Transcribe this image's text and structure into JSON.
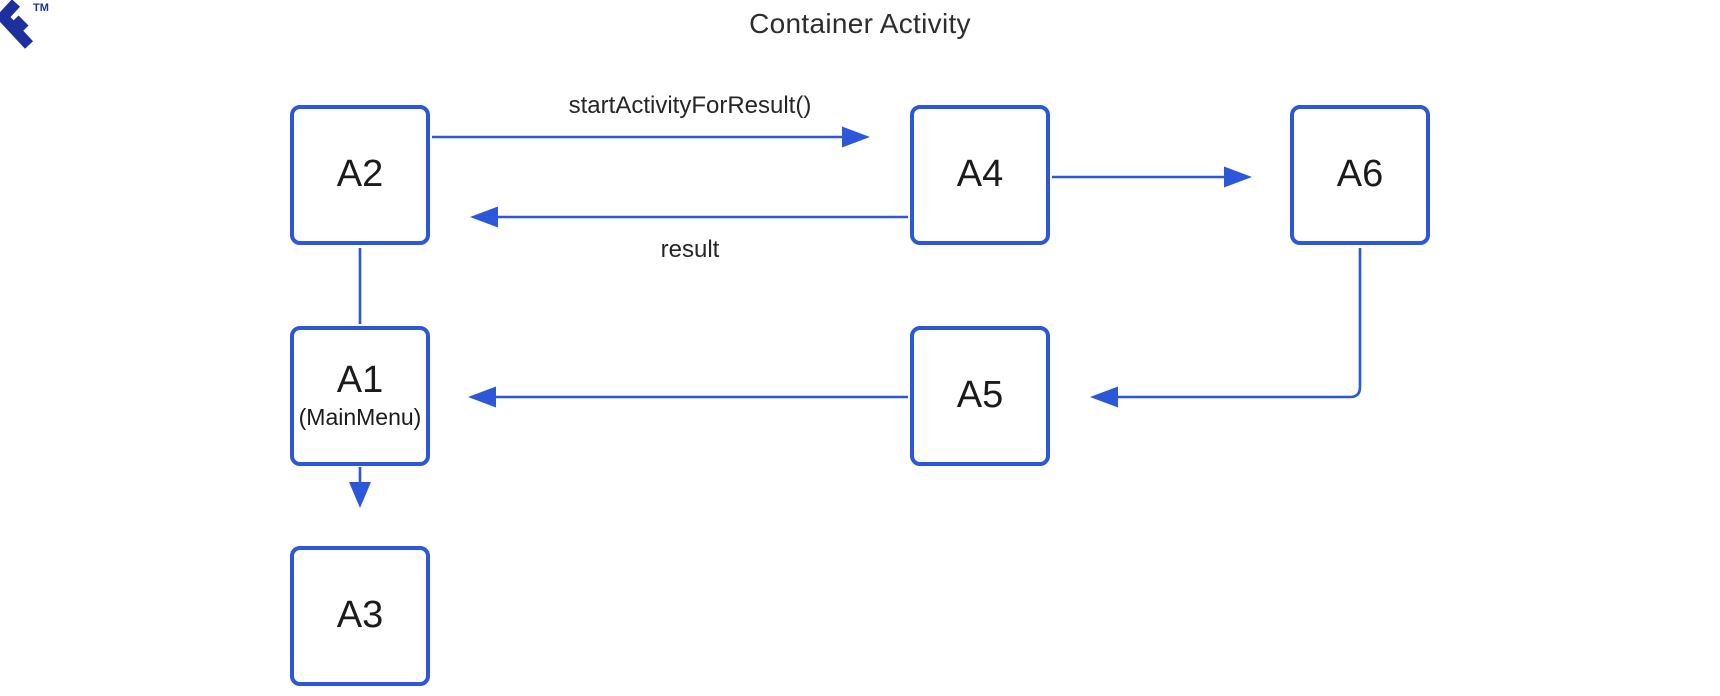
{
  "page": {
    "title": "Container Activity"
  },
  "logo": {
    "trademark": "TM"
  },
  "colors": {
    "accent_blue": "#2b57d8",
    "logo_navy": "#1e2f9e",
    "title_text": "#2d2d2d",
    "label_text": "#1b1b1d"
  },
  "diagram": {
    "nodes": [
      {
        "id": "A2",
        "label": "A2",
        "sublabel": ""
      },
      {
        "id": "A4",
        "label": "A4",
        "sublabel": ""
      },
      {
        "id": "A6",
        "label": "A6",
        "sublabel": ""
      },
      {
        "id": "A1",
        "label": "A1",
        "sublabel": "(MainMenu)"
      },
      {
        "id": "A5",
        "label": "A5",
        "sublabel": ""
      },
      {
        "id": "A3",
        "label": "A3",
        "sublabel": ""
      }
    ],
    "edges": [
      {
        "from": "A2",
        "to": "A4",
        "label": "startActivityForResult()",
        "direction": "right",
        "arrowhead": true
      },
      {
        "from": "A4",
        "to": "A2",
        "label": "result",
        "direction": "left",
        "arrowhead": true
      },
      {
        "from": "A4",
        "to": "A6",
        "label": "",
        "direction": "right",
        "arrowhead": true
      },
      {
        "from": "A6",
        "to": "A5",
        "label": "",
        "direction": "down-then-left",
        "arrowhead": true
      },
      {
        "from": "A5",
        "to": "A1",
        "label": "",
        "direction": "left",
        "arrowhead": true
      },
      {
        "from": "A2",
        "to": "A1",
        "label": "",
        "direction": "down",
        "arrowhead": false
      },
      {
        "from": "A1",
        "to": "A3",
        "label": "",
        "direction": "down",
        "arrowhead": true
      }
    ]
  }
}
